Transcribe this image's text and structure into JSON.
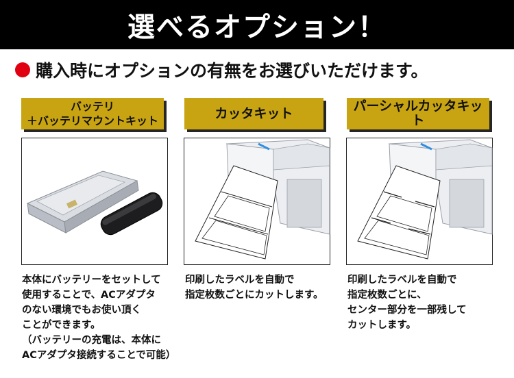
{
  "banner": {
    "title": "選べるオプション！"
  },
  "subhead": {
    "text": "購入時にオプションの有無をお選びいただけます。"
  },
  "options": [
    {
      "title_lines": [
        "バッテリ",
        "＋バッテリマウントキット"
      ],
      "desc_lines": [
        "本体にバッテリーをセットして",
        "使用することで、ACアダプタ",
        "のない環境でもお使い頂く",
        "ことができます。",
        "（バッテリーの充電は、本体に",
        "ACアダプタ接続することで可能）"
      ]
    },
    {
      "title_lines": [
        "カッタキット"
      ],
      "desc_lines": [
        "印刷したラベルを自動で",
        "指定枚数ごとにカットします。"
      ]
    },
    {
      "title_lines": [
        "パーシャルカッタキット"
      ],
      "desc_lines": [
        "印刷したラベルを自動で",
        "指定枚数ごとに、",
        "センター部分を一部残して",
        "カットします。"
      ]
    }
  ]
}
